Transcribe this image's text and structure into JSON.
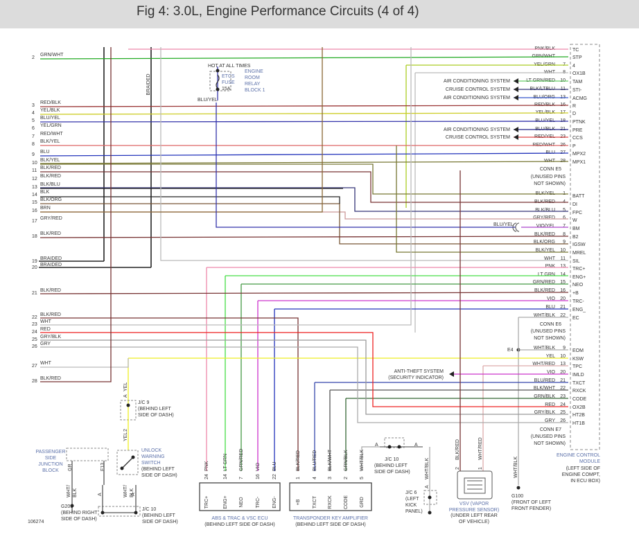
{
  "title": "Fig 4: 3.0L, Engine Performance Circuits (4 of 4)",
  "figure_number": "106274",
  "colors": {
    "background": "#ffffff",
    "title_bar": "#dcdcdc",
    "ink": "#333333",
    "label_blue": "#5a6fa8",
    "box_border": "#7a8fbf"
  },
  "left_wires": [
    {
      "num": "2",
      "label": "GRN/WHT",
      "color": "#22aa22"
    },
    {
      "num": "3",
      "label": "RED/BLK",
      "color": "#993333"
    },
    {
      "num": "4",
      "label": "YEL/BLK",
      "color": "#cccc22"
    },
    {
      "num": "5",
      "label": "BLU/YEL",
      "color": "#3333aa"
    },
    {
      "num": "6",
      "label": "YEL/GRN",
      "color": "#aacc22"
    },
    {
      "num": "7",
      "label": "RED/WHT",
      "color": "#dd6666"
    },
    {
      "num": "8",
      "label": "BLK/YEL",
      "color": "#777733"
    },
    {
      "num": "9",
      "label": "BLU",
      "color": "#2233bb"
    },
    {
      "num": "10",
      "label": "BLK/YEL",
      "color": "#777733"
    },
    {
      "num": "11",
      "label": "BLK/RED",
      "color": "#773333"
    },
    {
      "num": "12",
      "label": "BLK/RED",
      "color": "#773333"
    },
    {
      "num": "13",
      "label": "BLK/BLU",
      "color": "#333377"
    },
    {
      "num": "14",
      "label": "BLK",
      "color": "#222222"
    },
    {
      "num": "15",
      "label": "BLK/ORG",
      "color": "#775533"
    },
    {
      "num": "16",
      "label": "BRN",
      "color": "#886633"
    },
    {
      "num": "17",
      "label": "GRY/RED",
      "color": "#cc9999"
    },
    {
      "num": "18",
      "label": "BLK/RED",
      "color": "#773333"
    },
    {
      "num": "19",
      "label": "BRAIDED",
      "color": "#222222"
    },
    {
      "num": "20",
      "label": "BRAIDED",
      "color": "#222222"
    },
    {
      "num": "21",
      "label": "BLK/RED",
      "color": "#773333"
    },
    {
      "num": "22",
      "label": "BLK/RED",
      "color": "#773333"
    },
    {
      "num": "23",
      "label": "WHT",
      "color": "#bbbbbb"
    },
    {
      "num": "24",
      "label": "RED",
      "color": "#ee2222"
    },
    {
      "num": "25",
      "label": "GRY/BLK",
      "color": "#999999"
    },
    {
      "num": "26",
      "label": "GRY",
      "color": "#aaaaaa"
    },
    {
      "num": "27",
      "label": "WHT",
      "color": "#bbbbbb"
    },
    {
      "num": "28",
      "label": "BLK/RED",
      "color": "#773333"
    }
  ],
  "braided_label": "BRAIDED",
  "fuse": {
    "hot_label": "HOT AT ALL TIMES",
    "name": "ETCS",
    "line2": "FUSE",
    "rating": "15A",
    "location": [
      "ENGINE",
      "ROOM",
      "RELAY",
      "BLOCK 1"
    ],
    "wire": "BLU/YEL"
  },
  "ecu_pins": [
    {
      "wire": "PNK/BLK",
      "num": "",
      "name": "TC",
      "color": "#ee88aa"
    },
    {
      "wire": "GRN/WHT",
      "num": "",
      "name": "STP",
      "color": "#22aa22"
    },
    {
      "wire": "YEL/GRN",
      "num": "7",
      "name": "4",
      "color": "#aacc22"
    },
    {
      "wire": "WHT",
      "num": "8",
      "name": "OX1B",
      "color": "#bbbbbb"
    },
    {
      "wire": "LT GRN/RED",
      "num": "10",
      "name": "TAM",
      "color": "#66cc66"
    },
    {
      "wire": "BLK/LTBLU",
      "num": "11",
      "name": "STI-",
      "color": "#333377"
    },
    {
      "wire": "BLU/ORG",
      "num": "13",
      "name": "ACMG",
      "color": "#3355cc"
    },
    {
      "wire": "RED/BLK",
      "num": "16",
      "name": "R",
      "color": "#993333"
    },
    {
      "wire": "YEL/BLK",
      "num": "17",
      "name": "D",
      "color": "#cccc22"
    },
    {
      "wire": "BLU/YEL",
      "num": "18",
      "name": "PTNK",
      "color": "#3333aa"
    },
    {
      "wire": "BLU/BLK",
      "num": "21",
      "name": "PRE",
      "color": "#222288"
    },
    {
      "wire": "RED/YEL",
      "num": "23",
      "name": "CCS",
      "color": "#dd4444"
    },
    {
      "wire": "RED/WHT",
      "num": "26",
      "name": "P",
      "color": "#dd6666"
    },
    {
      "wire": "BLU",
      "num": "27",
      "name": "MPX2",
      "color": "#2233bb"
    },
    {
      "wire": "WHT",
      "num": "28",
      "name": "MPX1",
      "color": "#bbbbbb"
    }
  ],
  "conn_e5": [
    "CONN E5",
    "(UNUSED PINS",
    "NOT SHOWN)"
  ],
  "e5_pins": [
    {
      "wire": "BLK/YEL",
      "num": "1",
      "name": "BATT",
      "color": "#777733"
    },
    {
      "wire": "BLK/RED",
      "num": "4",
      "name": "DI",
      "color": "#773333"
    },
    {
      "wire": "BLK/BLU",
      "num": "5",
      "name": "FPC",
      "color": "#333377"
    },
    {
      "wire": "GRY/RED",
      "num": "6",
      "name": "W",
      "color": "#cc9999"
    },
    {
      "wire": "VIO/YEL",
      "num": "7",
      "name": "BM",
      "color": "#aa44cc"
    },
    {
      "wire": "BLK/RED",
      "num": "8",
      "name": "B2",
      "color": "#773333"
    },
    {
      "wire": "BLK/ORG",
      "num": "9",
      "name": "IGSW",
      "color": "#775533"
    },
    {
      "wire": "BLK/YEL",
      "num": "10",
      "name": "MREL",
      "color": "#777733"
    },
    {
      "wire": "WHT",
      "num": "11",
      "name": "SIL",
      "color": "#bbbbbb"
    },
    {
      "wire": "PNK",
      "num": "13",
      "name": "TRC+",
      "color": "#ee88aa"
    },
    {
      "wire": "LT GRN",
      "num": "14",
      "name": "ENG+",
      "color": "#44dd44"
    },
    {
      "wire": "GRN/RED",
      "num": "15",
      "name": "NEO",
      "color": "#449944"
    },
    {
      "wire": "BLK/RED",
      "num": "16",
      "name": "+B",
      "color": "#773333"
    },
    {
      "wire": "VIO",
      "num": "20",
      "name": "TRC-",
      "color": "#cc33cc"
    },
    {
      "wire": "BLU",
      "num": "21",
      "name": "ENG_",
      "color": "#2233bb"
    },
    {
      "wire": "WHT/BLK",
      "num": "22",
      "name": "EC",
      "color": "#aaaaaa"
    }
  ],
  "conn_e6": [
    "CONN E6",
    "(UNUSED PINS",
    "NOT SHOWN)"
  ],
  "e6_pins": [
    {
      "wire": "WHT/BLK",
      "num": "9",
      "name": "EOM",
      "color": "#aaaaaa"
    },
    {
      "wire": "YEL",
      "num": "10",
      "name": "KSW",
      "color": "#eeee22"
    },
    {
      "wire": "WHT/RED",
      "num": "13",
      "name": "TPC",
      "color": "#ddaaaa"
    },
    {
      "wire": "VIO",
      "num": "20",
      "name": "IMLD",
      "color": "#cc33cc"
    },
    {
      "wire": "BLU/RED",
      "num": "21",
      "name": "TXCT",
      "color": "#3344aa"
    },
    {
      "wire": "BLK/WHT",
      "num": "22",
      "name": "RXCK",
      "color": "#555555"
    },
    {
      "wire": "GRN/BLK",
      "num": "23",
      "name": "CODE",
      "color": "#336633"
    },
    {
      "wire": "RED",
      "num": "24",
      "name": "OX2B",
      "color": "#ee2222"
    },
    {
      "wire": "GRY/BLK",
      "num": "25",
      "name": "HT2B",
      "color": "#999999"
    },
    {
      "wire": "GRY",
      "num": "26",
      "name": "HT1B",
      "color": "#aaaaaa"
    }
  ],
  "conn_e7": [
    "CONN E7",
    "(UNUSED PINS",
    "NOT SHOWN)"
  ],
  "e4_label": "E4",
  "ecu_name": [
    "ENGINE CONTROL",
    "MODULE"
  ],
  "ecu_location": [
    "(LEFT SIDE OF",
    "ENGINE COMPT,",
    "IN ECU BOX)"
  ],
  "arrow_labels": [
    {
      "text": "AIR CONDITIONING SYSTEM"
    },
    {
      "text": "CRUISE CONTROL SYSTEM"
    },
    {
      "text": "AIR CONDITIONING SYSTEM"
    },
    {
      "text": "AIR CONDITIONING SYSTEM"
    },
    {
      "text": "CRUISE CONTROL SYSTEM"
    }
  ],
  "anti_theft": [
    "ANTI-THEFT SYSTEM",
    "(SECURITY INDICATOR)"
  ],
  "abs_ecu": {
    "pins": [
      {
        "num": "24",
        "wire": "PNK",
        "name": "TRC+",
        "color": "#ee88aa"
      },
      {
        "num": "14",
        "wire": "LT GRN",
        "name": "ENG+",
        "color": "#44dd44"
      },
      {
        "num": "7",
        "wire": "GRN/RED",
        "name": "NEO",
        "color": "#449944"
      },
      {
        "num": "16",
        "wire": "VIO",
        "name": "TRC-",
        "color": "#cc33cc"
      },
      {
        "num": "22",
        "wire": "BLU",
        "name": "ENG-",
        "color": "#2233bb"
      }
    ],
    "name": "ABS & TRAC & VSC ECU",
    "location": "(BEHIND LEFT SIDE OF DASH)"
  },
  "transponder": {
    "pins": [
      {
        "num": "1",
        "wire": "BLK/RED",
        "name": "+B",
        "color": "#773333"
      },
      {
        "num": "4",
        "wire": "BLU/RED",
        "name": "TXCT",
        "color": "#3344aa"
      },
      {
        "num": "3",
        "wire": "BLK/WHT",
        "name": "RXCK",
        "color": "#555555"
      },
      {
        "num": "2",
        "wire": "GRN/BLK",
        "name": "CODE",
        "color": "#336633"
      },
      {
        "num": "5",
        "wire": "WHT/BLK",
        "name": "GRD",
        "color": "#aaaaaa"
      }
    ],
    "name": "TRANSPONDER KEY AMPLIFIER",
    "location": "(BEHIND LEFT SIDE OF DASH)"
  },
  "jc9": {
    "pin_a": "A",
    "wire": "YEL",
    "name": "J/C 9",
    "location": [
      "(BEHIND LEFT",
      "SIDE OF DASH)"
    ]
  },
  "unlock_switch": {
    "pin": "2",
    "wire": "YEL",
    "name": [
      "UNLOCK",
      "WARNING",
      "SWITCH"
    ],
    "location": [
      "(BEHIND LEFT",
      "SIDE OF DASH)"
    ]
  },
  "passenger_jb": {
    "name": [
      "PASSENGER",
      "SIDE",
      "JUNCTION",
      "BLOCK"
    ],
    "wire": "GR",
    "pin": "F13"
  },
  "jc10": {
    "name": "J/C 10",
    "location": [
      "(BEHIND LEFT",
      "SIDE OF DASH)"
    ],
    "wire_a": "WHT/BLK",
    "wire_b": "WHT/BLK",
    "pin_a": "A",
    "pin_b": "A"
  },
  "g201": {
    "name": "G201",
    "location": [
      "(BEHIND RIGHT",
      "SIDE OF DASH)"
    ]
  },
  "jc10_top": {
    "name": "J/C 10",
    "location": [
      "(BEHIND LEFT",
      "SIDE OF DASH)"
    ],
    "pin_a": "A",
    "pin_b": "A"
  },
  "jc6": {
    "name": "J/C 6",
    "location": [
      "(LEFT",
      "KICK",
      "PANEL)"
    ],
    "wire": "WHT/BLK",
    "pin": "A"
  },
  "vsv": {
    "name": [
      "VSV (VAPOR",
      "PRESSURE SENSOR)"
    ],
    "location": [
      "(UNDER LEFT REAR",
      "OF VEHICLE)"
    ],
    "wire_a": "BLK/RED",
    "wire_b": "WHT/RED",
    "pin_a": "2",
    "pin_b": "1"
  },
  "g100": {
    "name": "G100",
    "location": [
      "(FRONT OF LEFT",
      "FRONT FENDER)"
    ],
    "wire": "WHT/BLK"
  }
}
